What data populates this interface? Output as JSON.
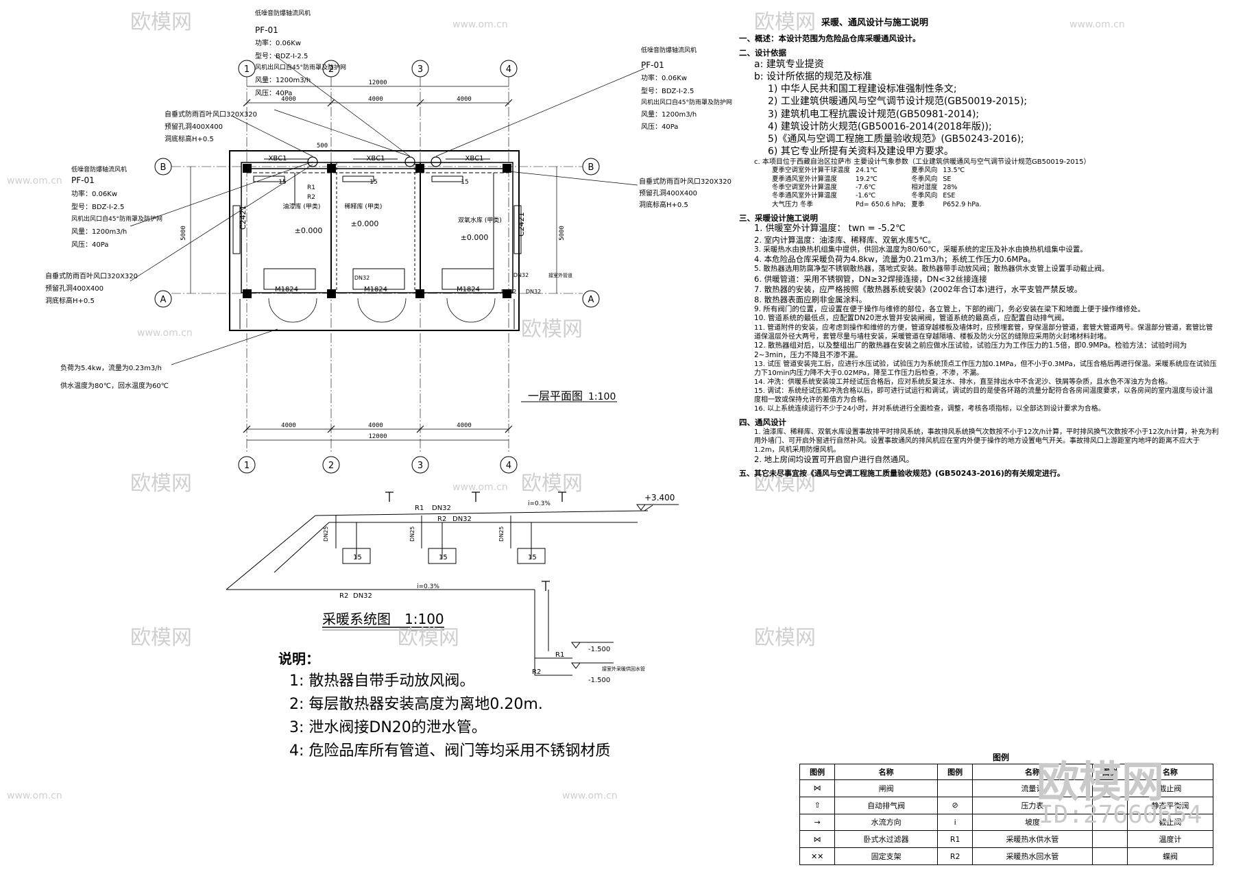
{
  "watermark": {
    "brand": "欧模网",
    "site": "www.om.cn",
    "id": "ID:27660654"
  },
  "plan": {
    "title": "一层平面图",
    "scale": "1:100",
    "axes_cols": [
      "1",
      "2",
      "3",
      "4"
    ],
    "axes_rows": [
      "A",
      "B"
    ],
    "dim_total": "12000",
    "dim_spans": [
      "4000",
      "4000",
      "4000"
    ],
    "dim_depth": "5000",
    "windows": [
      "XBC1",
      "XBC1",
      "XBC1"
    ],
    "doors": [
      "M1824",
      "M1824",
      "M1824"
    ],
    "side_windows": [
      "C2421",
      "C2421"
    ],
    "rooms": [
      {
        "name": "油漆库\n(甲类)",
        "level": "±0.000"
      },
      {
        "name": "稀释库\n(甲类)",
        "level": "±0.000"
      },
      {
        "name": "双氧水库\n(甲类)",
        "level": "±0.000"
      }
    ],
    "radiator_count": "15",
    "pipe_labels": [
      "R1",
      "R2",
      "DN32",
      "DN32",
      "DN32",
      "DN32"
    ],
    "small_dim": "500",
    "fan_left_top": {
      "t1": "低噪音防爆轴流风机",
      "t2": "PF-01",
      "t3": "功率：0.06Kw",
      "t4": "型号：BDZ-I-2.5",
      "t5": "风机出风口自45°防雨罩及防护网",
      "t6": "风量：1200m3/h",
      "t7": "风压：40Pa"
    },
    "fan_right_top": {
      "t1": "低噪音防爆轴流风机",
      "t2": "PF-01",
      "t3": "功率：0.06Kw",
      "t4": "型号：BDZ-I-2.5",
      "t5": "风机出风口自45°防雨罩及防护网",
      "t6": "风量：1200m3/h",
      "t7": "风压：40Pa"
    },
    "fan_left_mid": {
      "t1": "低噪音防爆轴流风机",
      "t2": "PF-01",
      "t3": "功率：0.06Kw",
      "t4": "型号：BDZ-I-2.5",
      "t5": "风机出风口自45°防雨罩及防护网",
      "t6": "风量：1200m3/h",
      "t7": "风压：40Pa"
    },
    "louver_a": {
      "t1": "自垂式防雨百叶风口320X320",
      "t2": "预留孔洞400X400",
      "t3": "洞底标高H+0.5"
    },
    "louver_b": {
      "t1": "自垂式防雨百叶风口320X320",
      "t2": "预留孔洞400X400",
      "t3": "洞底标高H+0.5"
    },
    "louver_c": {
      "t1": "自垂式防雨百叶风口320X320",
      "t2": "预留孔洞400X400",
      "t3": "洞底标高H+0.5"
    },
    "load_note": {
      "t1": "负荷为5.4kw，流量为0.23m3/h",
      "t2": "供水温度为80℃，回水温度为60℃"
    },
    "entry_note": "接室外管道"
  },
  "system": {
    "title": "采暖系统图",
    "scale": "1:100",
    "elev_top": "+3.400",
    "elev_b1": "-1.500",
    "elev_b2": "-1.500",
    "slope": "i=0.3%",
    "r1": "R1",
    "r2": "R2",
    "dn32": "DN32",
    "dn25": "DN25",
    "rad": "15",
    "entry": "接室外采暖供回水管"
  },
  "bignote": {
    "head": "说明：",
    "items": [
      "1:  散热器自带手动放风阀。",
      "2:  每层散热器安装高度为离地0.20m.",
      "3:  泄水阀接DN20的泄水管。",
      "4:  危险品库所有管道、阀门等均采用不锈钢材质"
    ]
  },
  "notes": {
    "title": "采暖、通风设计与施工说明",
    "s1": "一、概述：本设计范围为危险品仓库采暖通风设计。",
    "s2": "二、设计依据",
    "a": "a:  建筑专业提资",
    "b": "b:  设计所依据的规范及标准",
    "stds": [
      "1) 中华人民共和国工程建设标准强制性条文;",
      "2) 工业建筑供暖通风与空气调节设计规范(GB50019-2015);",
      "3) 建筑机电工程抗震设计规范(GB50981-2014);",
      "4) 建筑设计防火规范(GB50016-2014(2018年版));",
      "5)《通风与空调工程施工质量验收规范》(GB50243-2016);",
      "6) 其它专业所提有关资料及建设甲方要求。"
    ],
    "c": "c.  本项目位于西藏自治区拉萨市  主要设计气象参数（工业建筑供暖通风与空气调节设计规范GB50019-2015）",
    "climate": [
      [
        "夏季空调室外计算干球温度",
        "24.1℃",
        "夏季风向",
        "13.5℃"
      ],
      [
        "夏季通风室外计算温度",
        "19.2℃",
        "冬季风向",
        "SE"
      ],
      [
        "冬季空调室外计算温度",
        "-7.6℃",
        "相对湿度",
        "28%"
      ],
      [
        "冬季通风室外计算温度",
        "-1.6℃",
        "冬季风向",
        "ESE"
      ],
      [
        "大气压力  冬季",
        "Pd= 650.6 hPa;",
        "夏季",
        "P652.9   hPa."
      ]
    ],
    "s3": "三、采暖设计施工说明",
    "heat": [
      "1. 供暖室外计算温度：  twn = -5.2℃",
      "2. 室内计算温度：油漆库、稀释库、双氧水库5℃。",
      "3. 采暖热水由换热机组集中提供，供回水温度为80/60℃，采暖系统的定压及补水由换热机组集中设置。",
      "4. 本危险品仓库采暖负荷为4.8kw，流量为0.21m3/h；系统工作压力0.6MPa。",
      "5. 散热器选用防腐净型不锈钢散热器，落地式安装。散热器带手动放风阀；散热器供水支管上设置手动截止阀。",
      "6. 供暖管道：采用不锈钢管，DN≥32焊接连接，DN<32丝接连接",
      "7. 散热器的安装，应严格按照《散热器系统安装》(2002年合订本)进行，水平支管严禁反坡。",
      "8. 散热器表面应刷非金属涂料。",
      "9. 所有阀门的位置，应设置在便于操作与维修的部位，各立管上，下部的阀门，务必安装在梁下和地面上便于操作维修处。",
      "10. 管道系统的最低点，应配置DN20泄水管并安装闸阀，管道系统的最高点，应配置自动排气阀。",
      "11. 管道附件的安装，应考虑到操作和维修的方便，管道穿越楼板及墙体时，应预埋套管，穿保温部分管道，套管大管道两号。保温部分管道，套管比管道保温层外径大两号，套管尽量与墙柱安装，采暖管道在穿越隔墙、楼板及防火分区的缝隙应采用防火封堵材料封堵。",
      "12. 散热器组对后，以及整组出厂的散热器在安装之前应做水压试验，试验压力为工作压力的1.5倍，即0.9MPa。检验方法：试验时间为2~3min，压力不降且不渗不漏。",
      "13. 试压  管道安装完工后，应进行水压试验，试验压力为系统顶点工作压力加0.1MPa，但不小于0.3MPa，试压合格后再进行保温。采暖系统应在试验压力下10min内压力降不大于0.02MPa，降至工作压力后检查，不渗，不漏。",
      "14. 冲洗：供暖系统安装竣工并经试压合格后，应对系统反复注水、排水，直至排出水中不含泥沙、铁屑等杂质，且水色不浑浊方为合格。",
      "15. 调试：系统经试压和冲洗合格以后，即可进行试运行和调试，调试的目的是使各环路的流量分配符合各房间温度要求，以各房间的室内温度与设计温度相一致或保持允许的差值方为合格。",
      "16. 以上系统连续运行不少于24小时，并对系统进行全面检查，调整，考核各项指标，以全部达到设计要求为合格。"
    ],
    "s4": "四、通风设计",
    "vent": [
      "1. 油漆库、稀释库、双氧水库设置事故排平时排风系统，事故排风系统换气次数按不小于12次/h计算，平时排风换气次数按不小于12次/h计算，补充为利用外墙门、可开启外窗进行自然补风。设置事故通风的排风机应在室内外便于操作的地方设置电气开关。事故排风口上游距室内地坪的距离不应大于1.2m，风机采用防爆风机。",
      "2. 地上房间均设置可开启窗户进行自然通风。"
    ],
    "s5": "五、其它未尽事宜按《通风与空调工程施工质量验收规范》(GB50243-2016)的有关规定进行。"
  },
  "legend": {
    "title": "图例",
    "headers": [
      "图例",
      "名称",
      "图例",
      "名称",
      "图例",
      "名称"
    ],
    "rows": [
      [
        "⋈",
        "闸阀",
        "",
        "流量计",
        "",
        "截止阀"
      ],
      [
        "⇧",
        "自动排气阀",
        "⊘",
        "压力表",
        "",
        "静态平衡阀"
      ],
      [
        "→",
        "水流方向",
        "i",
        "坡度",
        "",
        "截止阀"
      ],
      [
        "⋈",
        "卧式水过滤器",
        "R1",
        "采暖热水供水管",
        "",
        "温度计"
      ],
      [
        "✕✕",
        "固定支架",
        "R2",
        "采暖热水回水管",
        "",
        "蝶阀"
      ]
    ]
  }
}
